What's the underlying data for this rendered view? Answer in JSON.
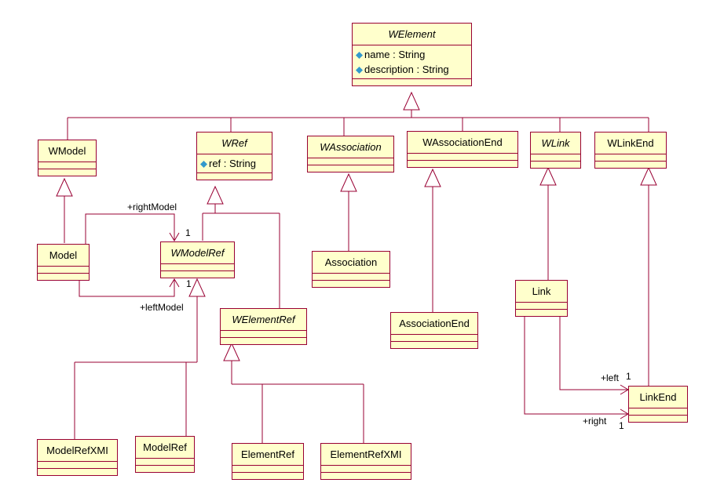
{
  "classes": {
    "WElement": {
      "name": "WElement",
      "attributes": [
        "name : String",
        "description : String"
      ]
    },
    "WModel": {
      "name": "WModel"
    },
    "WRef": {
      "name": "WRef",
      "attributes": [
        "ref : String"
      ]
    },
    "WAssociation": {
      "name": "WAssociation"
    },
    "WAssociationEnd": {
      "name": "WAssociationEnd"
    },
    "WLink": {
      "name": "WLink"
    },
    "WLinkEnd": {
      "name": "WLinkEnd"
    },
    "Model": {
      "name": "Model"
    },
    "WModelRef": {
      "name": "WModelRef"
    },
    "Association": {
      "name": "Association"
    },
    "AssociationEnd": {
      "name": "AssociationEnd"
    },
    "Link": {
      "name": "Link"
    },
    "WElementRef": {
      "name": "WElementRef"
    },
    "LinkEnd": {
      "name": "LinkEnd"
    },
    "ModelRefXMI": {
      "name": "ModelRefXMI"
    },
    "ModelRef": {
      "name": "ModelRef"
    },
    "ElementRef": {
      "name": "ElementRef"
    },
    "ElementRefXMI": {
      "name": "ElementRefXMI"
    }
  },
  "labels": {
    "rightModel_role": "+rightModel",
    "rightModel_mult": "1",
    "leftModel_role": "+leftModel",
    "leftModel_mult": "1",
    "left_role": "+left",
    "left_mult": "1",
    "right_role": "+right",
    "right_mult": "1"
  },
  "colors": {
    "box_fill": "#ffffcc",
    "line": "#990033",
    "attr_icon": "#3399cc"
  }
}
